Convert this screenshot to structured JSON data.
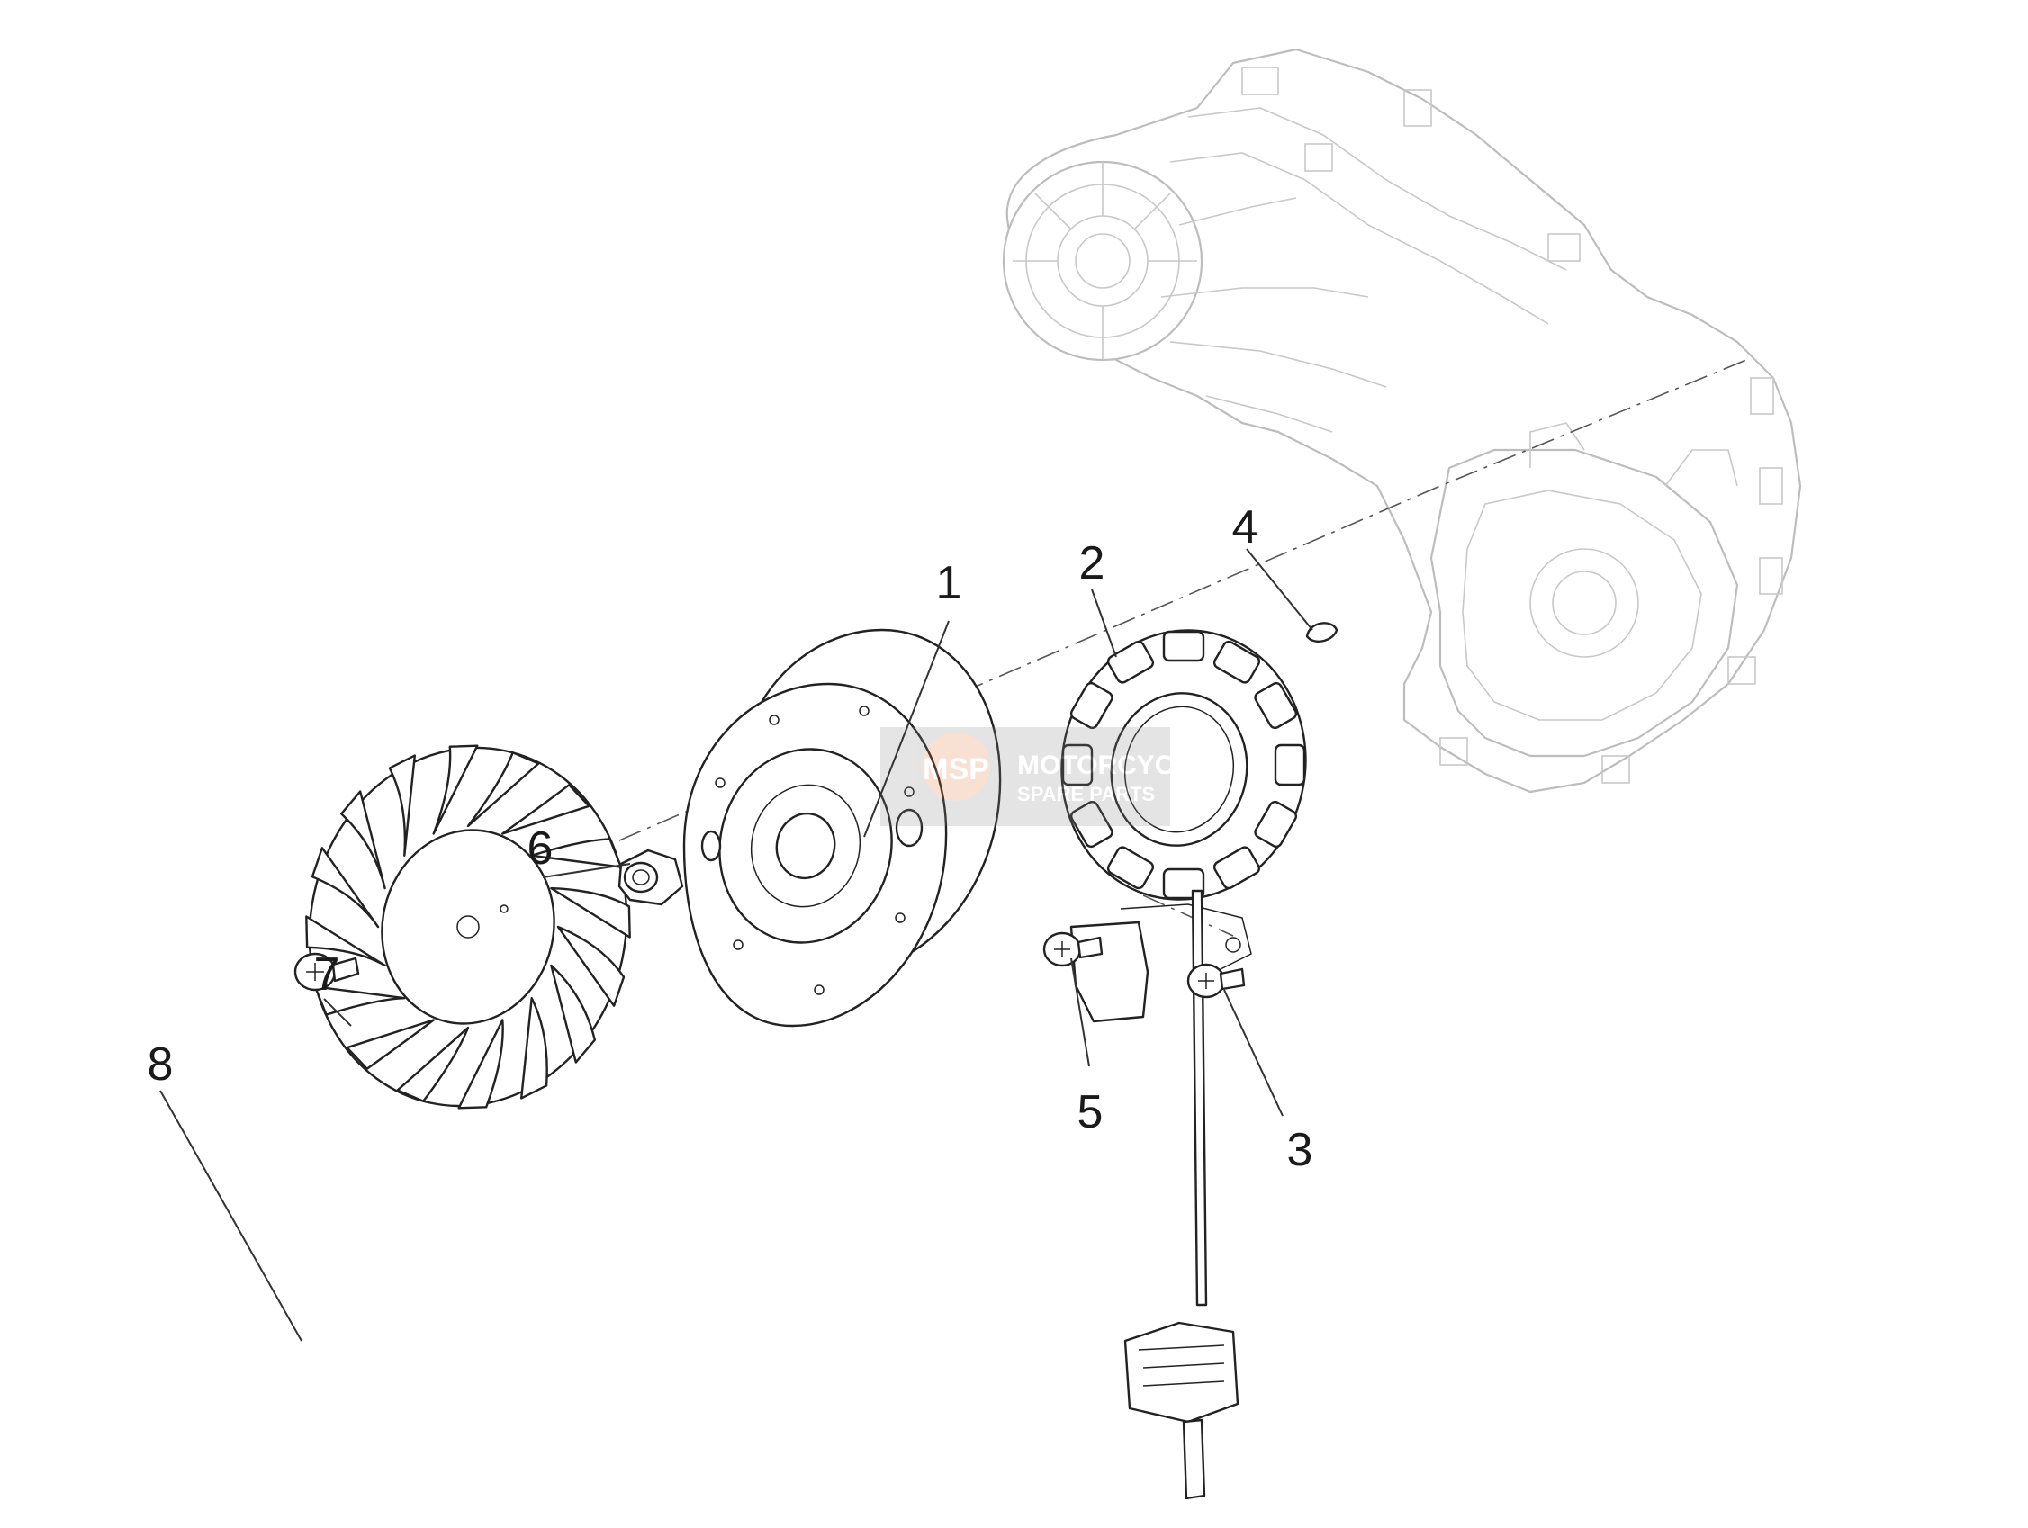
{
  "diagram": {
    "callouts": [
      {
        "id": "1",
        "label": "1"
      },
      {
        "id": "2",
        "label": "2"
      },
      {
        "id": "3",
        "label": "3"
      },
      {
        "id": "4",
        "label": "4"
      },
      {
        "id": "5",
        "label": "5"
      },
      {
        "id": "6",
        "label": "6"
      },
      {
        "id": "7",
        "label": "7"
      },
      {
        "id": "8",
        "label": "8"
      }
    ],
    "watermark": {
      "logo_text": "MSP",
      "line1": "MOTORCYCLE",
      "line2": "SPARE PARTS"
    }
  }
}
